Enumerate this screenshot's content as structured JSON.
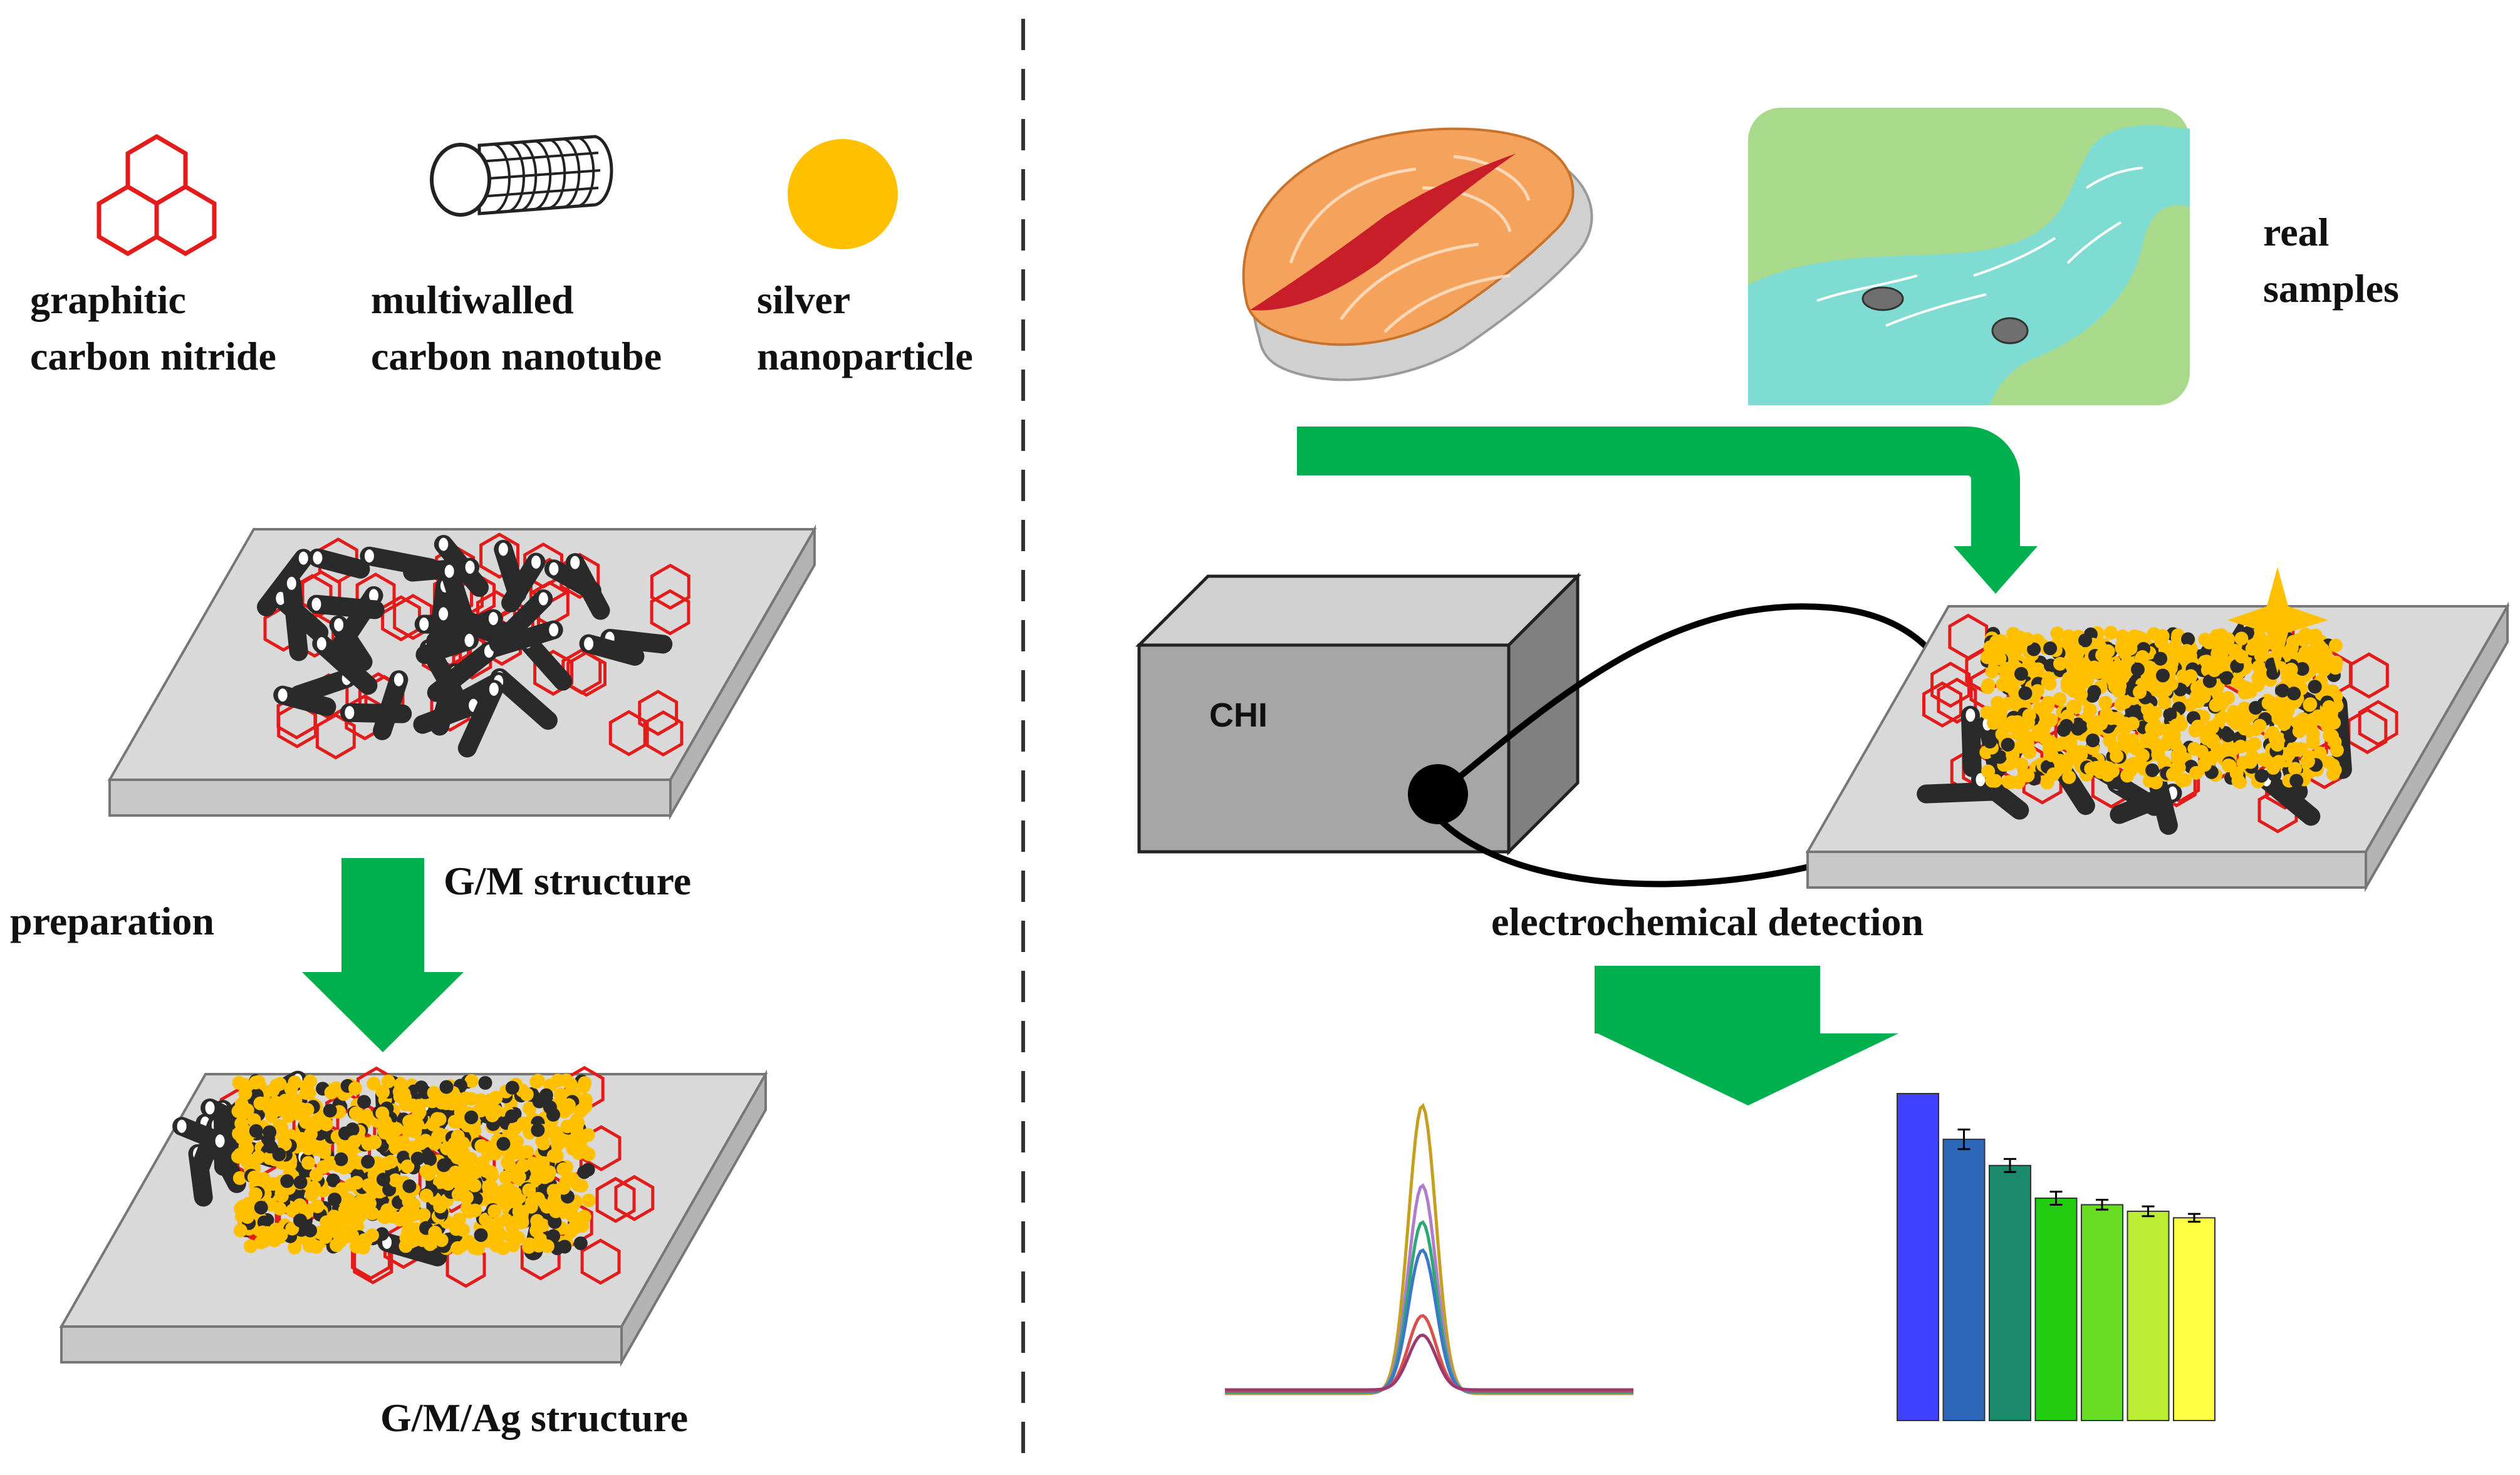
{
  "legend": {
    "gcn_label_1": "graphitic",
    "gcn_label_2": "carbon nitride",
    "mwcnt_label_1": "multiwalled",
    "mwcnt_label_2": "carbon nanotube",
    "ag_label_1": "silver",
    "ag_label_2": "nanoparticle"
  },
  "left_panel": {
    "gm_label": "G/M structure",
    "preparation_label": "preparation",
    "gmag_label": "G/M/Ag structure"
  },
  "right_panel": {
    "real_samples_1": "real",
    "real_samples_2": "samples",
    "instrument_label": "CHI",
    "detection_label": "electrochemical detection"
  },
  "colors": {
    "gcn_hex": "#e31b1b",
    "ag_particle": "#ffc000",
    "arrow_green": "#00b04f",
    "nanotube": "#2a2a2a",
    "substrate_top": "#d9d9d9",
    "box_front": "#a6a6a6",
    "water": "#7fdcd3",
    "land": "#a9d98a"
  },
  "result_chart": {
    "type": "bar",
    "bar_colors": [
      "#4040ff",
      "#2d68b8",
      "#1b8a6a",
      "#22cc11",
      "#66dd22",
      "#bbee33",
      "#ffff44"
    ],
    "values": [
      100,
      86,
      78,
      68,
      66,
      64,
      62
    ],
    "errors": [
      0,
      3,
      2,
      2,
      1.5,
      1.5,
      1.2
    ]
  },
  "peak_chart": {
    "type": "line",
    "series_colors": [
      "#c4a020",
      "#b07ccd",
      "#2ea874",
      "#3c78c8",
      "#d6524a",
      "#9c3a70"
    ],
    "peak_heights": [
      1.0,
      0.72,
      0.59,
      0.49,
      0.26,
      0.19
    ]
  },
  "icons": [
    "hexagon-cluster-icon",
    "nanotube-icon",
    "nanoparticle-icon",
    "salmon-fillet-icon",
    "river-icon",
    "sparkle-icon"
  ]
}
